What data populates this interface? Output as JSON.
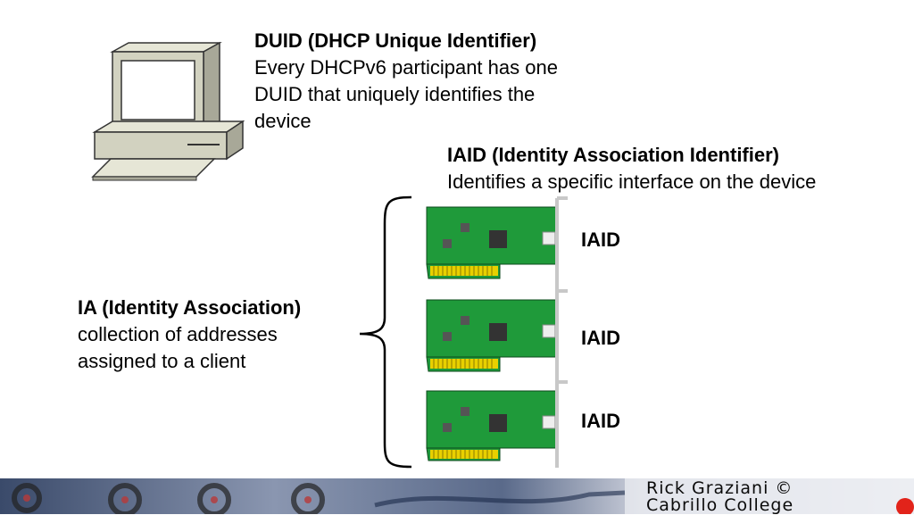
{
  "duid": {
    "title": "DUID (DHCP Unique Identifier)",
    "lines": [
      "Every DHCPv6 participant has one",
      "DUID that uniquely identifies the",
      "device"
    ]
  },
  "iaid": {
    "title": "IAID (Identity Association Identifier)",
    "description": "Identifies a specific interface on the device"
  },
  "ia": {
    "title": "IA (Identity Association)",
    "lines": [
      "collection of addresses",
      "assigned to a client"
    ]
  },
  "cards": [
    {
      "label": "IAID"
    },
    {
      "label": "IAID"
    },
    {
      "label": "IAID"
    }
  ],
  "footer": {
    "line1": "Rick Graziani ©",
    "line2": "Cabrillo College"
  },
  "colors": {
    "card_green": "#1f9a3a",
    "card_contacts": "#e8d000",
    "accent_red": "#e2231a"
  }
}
